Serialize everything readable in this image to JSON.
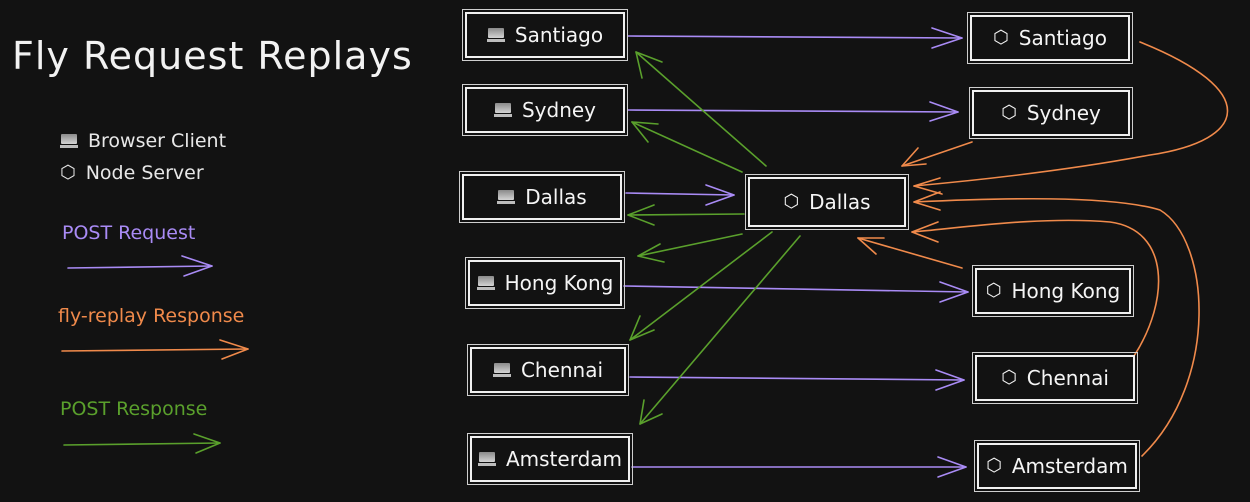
{
  "title": "Fly Request Replays",
  "legend": {
    "browser_client": "Browser Client",
    "node_server": "Node Server",
    "post_request": "POST Request",
    "fly_replay_response": "fly-replay Response",
    "post_response": "POST Response",
    "icons": {
      "client": "laptop-icon",
      "server": "hexagon-icon"
    },
    "hex_glyph": "⬡"
  },
  "colors": {
    "background": "#121212",
    "post_request": "#a98bf5",
    "fly_replay_response": "#f08a4b",
    "post_response": "#5aa02c"
  },
  "clients": [
    "Santiago",
    "Sydney",
    "Dallas",
    "Hong Kong",
    "Chennai",
    "Amsterdam"
  ],
  "servers": [
    "Santiago",
    "Sydney",
    "Hong Kong",
    "Chennai",
    "Amsterdam"
  ],
  "central_server": "Dallas"
}
